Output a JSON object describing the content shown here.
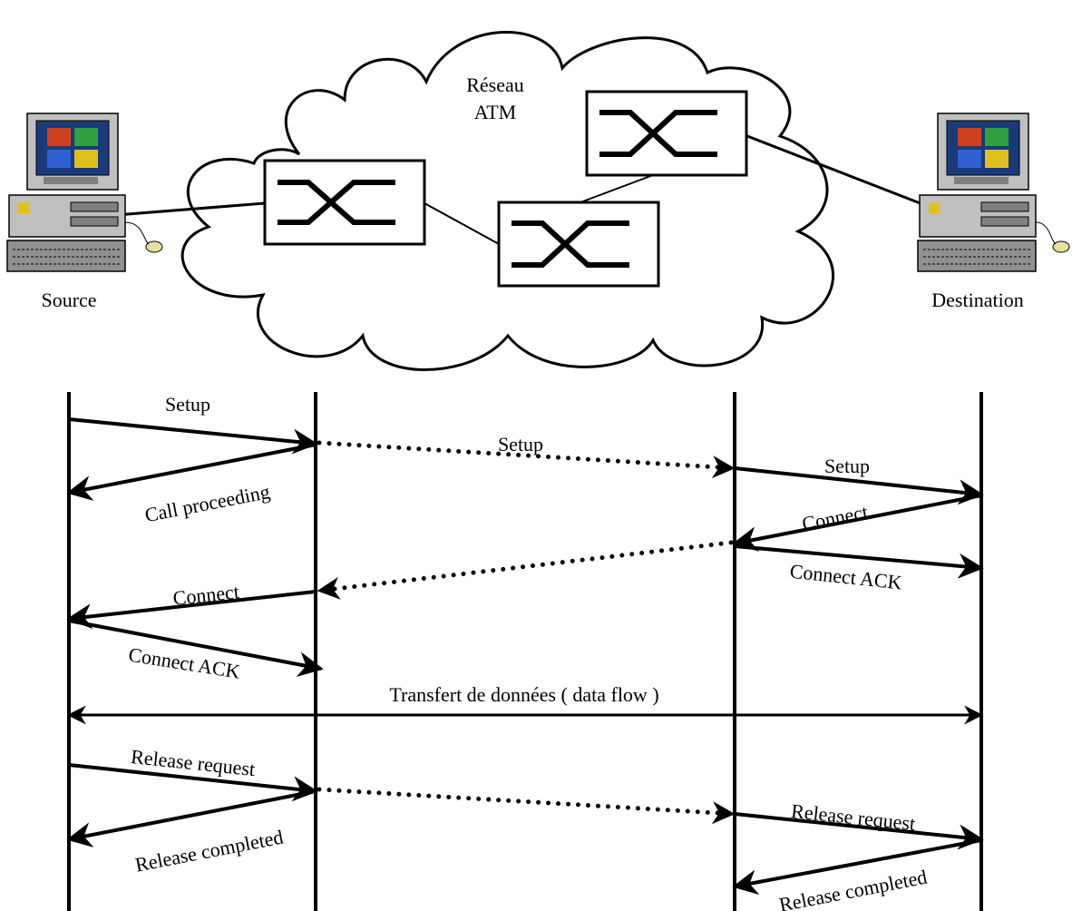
{
  "network": {
    "cloud_label_line1": "Réseau",
    "cloud_label_line2": "ATM",
    "source_label": "Source",
    "destination_label": "Destination"
  },
  "messages": {
    "setup_1": "Setup",
    "setup_2": "Setup",
    "setup_3": "Setup",
    "call_proceeding": "Call proceeding",
    "connect_right": "Connect",
    "connect_ack_right": "Connect ACK",
    "connect_left": "Connect",
    "connect_ack_left": "Connect ACK",
    "data_flow": "Transfert de données ( data flow )",
    "release_request_left": "Release request",
    "release_completed_left": "Release completed",
    "release_request_right": "Release request",
    "release_completed_right": "Release completed"
  },
  "icons": {
    "computer": "desktop-computer-icon",
    "switch": "atm-switch-icon"
  }
}
